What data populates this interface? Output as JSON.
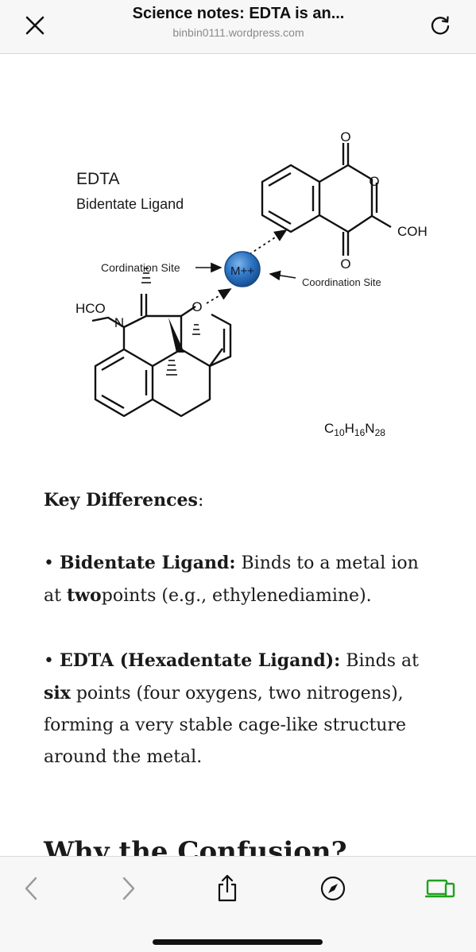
{
  "browser": {
    "page_title": "Science notes: EDTA is an...",
    "url": "binbin0111.wordpress.com",
    "close_icon": "close-icon",
    "reload_icon": "reload-icon"
  },
  "figure": {
    "title": "EDTA",
    "subtitle": "Bidentate Ligand",
    "label_cordination_site": "Cordination Site",
    "label_coordination_site": "Coordination Site",
    "metal_label": "M++",
    "formula": "C10H16N28",
    "group_hco": "HCO",
    "group_coh": "COH",
    "atom_n": "N",
    "atom_o": "O"
  },
  "article": {
    "key_differences_heading": "Key Differences",
    "key_differences_colon": ":",
    "bidentate_bold": "Bidentate Ligand:",
    "bidentate_text": " Binds to a metal ion at ",
    "bidentate_bold2": "two",
    "bidentate_text2": "points (e.g., ethylenediamine).",
    "edta_bold": "EDTA (Hexadentate Ligand):",
    "edta_text": " Binds at ",
    "edta_bold2": "six",
    "edta_text2": " points (four oxygens, two nitrogens), forming a very stable cage-like structure around the metal.",
    "bullet": "•",
    "next_heading": "Why the Confusion?"
  },
  "toolbar": {
    "back_icon": "chevron-left-icon",
    "forward_icon": "chevron-right-icon",
    "share_icon": "share-icon",
    "compass_icon": "compass-icon",
    "devices_icon": "devices-icon",
    "accent_color": "#1fa11f"
  }
}
